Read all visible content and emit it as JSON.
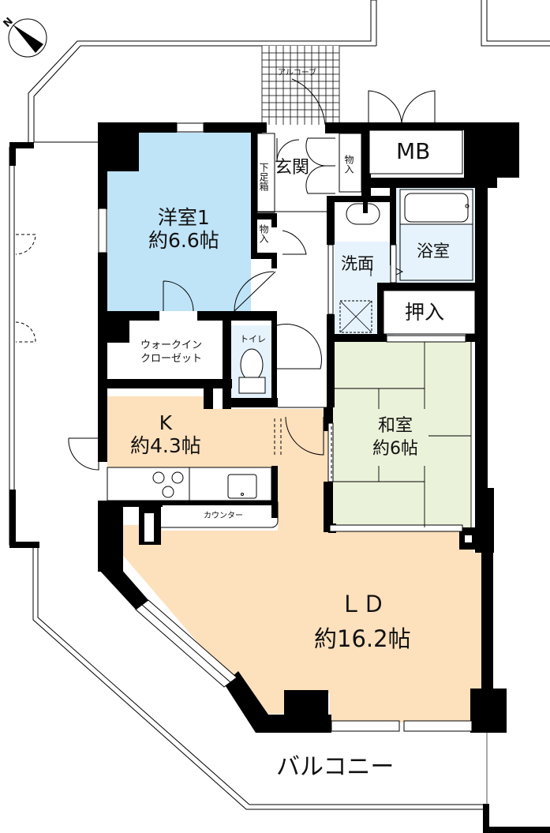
{
  "floorplan": {
    "compass": {
      "label": "N"
    },
    "colors": {
      "wall": "#000000",
      "western_room": "#bfe3f7",
      "kitchen_ld": "#fde0bc",
      "japanese_room": "#ebf2da",
      "wet_area": "#e6f3fc",
      "floor_white": "#ffffff"
    },
    "rooms": {
      "western1": {
        "name": "洋室1",
        "size": "約6.6帖"
      },
      "kitchen": {
        "name": "K",
        "size": "約4.3帖"
      },
      "ld": {
        "name": "ＬＤ",
        "size": "約16.2帖"
      },
      "japanese": {
        "name": "和室",
        "size": "約6帖"
      },
      "entrance": {
        "name": "玄関"
      },
      "washroom": {
        "name": "洗面"
      },
      "bath": {
        "name": "浴室"
      },
      "closet_oshiire": {
        "name": "押入"
      },
      "mb": {
        "name": "MB"
      },
      "toilet": {
        "name": "トイレ"
      },
      "walkin_line1": "ウォークイン",
      "walkin_line2": "クローゼット",
      "shoe_box": "下足箱",
      "storage_entrance": "物入",
      "storage_hall": "物入",
      "counter": "カウンター",
      "alcove": "アルコーブ",
      "balcony": "バルコニー"
    }
  }
}
